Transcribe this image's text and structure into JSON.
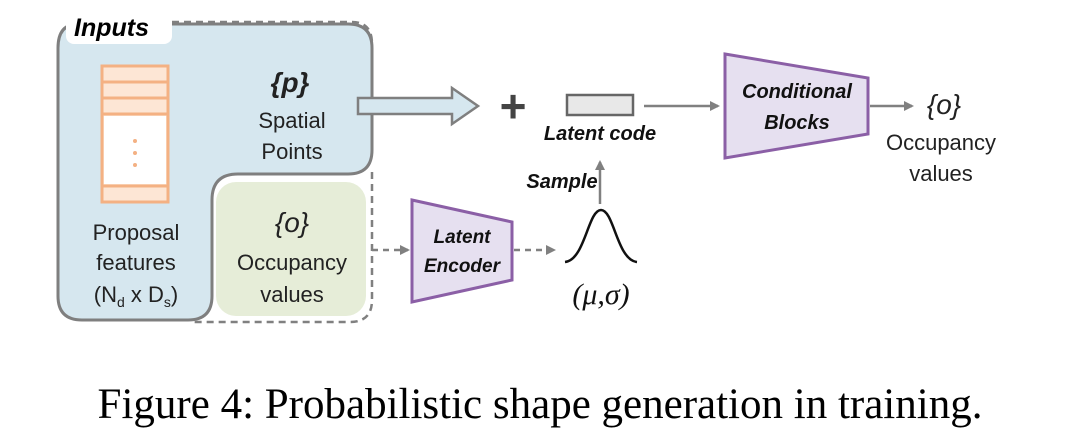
{
  "inputs": {
    "title": "Inputs",
    "spatial_points": {
      "symbol": "{p}",
      "line1": "Spatial",
      "line2": "Points"
    },
    "proposal_features": {
      "line1": "Proposal",
      "line2": "features",
      "line3": "(N",
      "sub_d": "d",
      "mid": " x D",
      "sub_s": "s",
      "close": ")"
    },
    "occupancy_input": {
      "symbol": "{o}",
      "line1": "Occupancy",
      "line2": "values"
    }
  },
  "plus_sign": "+",
  "latent_code_label": "Latent code",
  "sample_label": "Sample",
  "latent_encoder": {
    "line1": "Latent",
    "line2": "Encoder"
  },
  "distribution_label": "(μ,σ)",
  "conditional_blocks": {
    "line1": "Conditional",
    "line2": "Blocks"
  },
  "output": {
    "symbol": "{o}",
    "line1": "Occupancy",
    "line2": "values"
  },
  "caption": "Figure 4: Probabilistic shape generation in training.",
  "colors": {
    "inputs_fill": "#d6e7ef",
    "inputs_stroke": "#7f7f7f",
    "occupancy_fill": "#e6edd8",
    "feature_fill": "#fde6d5",
    "feature_stroke": "#f4b183",
    "block_fill": "#e6e0f0",
    "block_stroke": "#8b5fa6",
    "arrow": "#808080",
    "latent_fill": "#e8e8e8"
  }
}
